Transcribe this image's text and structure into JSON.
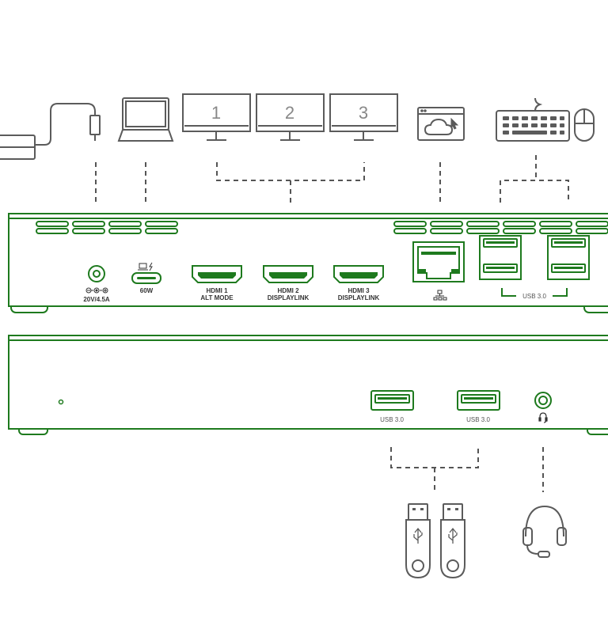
{
  "colors": {
    "dock_green": "#1e7a1e",
    "device_gray": "#5b5b5b",
    "dash_gray": "#555555"
  },
  "monitors": {
    "labels": [
      "1",
      "2",
      "3"
    ]
  },
  "rear_panel": {
    "ports": {
      "dc_in_voltage": "20V/4.5A",
      "usbc_power": "60W",
      "hdmi1_line1": "HDMI 1",
      "hdmi1_line2": "ALT MODE",
      "hdmi2_line1": "HDMI 2",
      "hdmi2_line2": "DISPLAYLINK",
      "hdmi3_line1": "HDMI 3",
      "hdmi3_line2": "DISPLAYLINK",
      "usb_rear_label": "USB 3.0"
    },
    "icons": [
      "dc-polarity-icon",
      "laptop-charge-icon",
      "network-icon"
    ]
  },
  "front_panel": {
    "usb_a_label": "USB 3.0",
    "usb_b_label": "USB 3.0",
    "audio_icon": "headset-icon"
  },
  "peripherals": {
    "top": [
      "power-adapter-icon",
      "laptop-icon",
      "monitor-1-icon",
      "monitor-2-icon",
      "monitor-3-icon",
      "cloud-network-icon",
      "keyboard-icon",
      "mouse-icon"
    ],
    "bottom": [
      "usb-flash-drive-icon",
      "usb-flash-drive-icon",
      "headset-icon"
    ]
  }
}
